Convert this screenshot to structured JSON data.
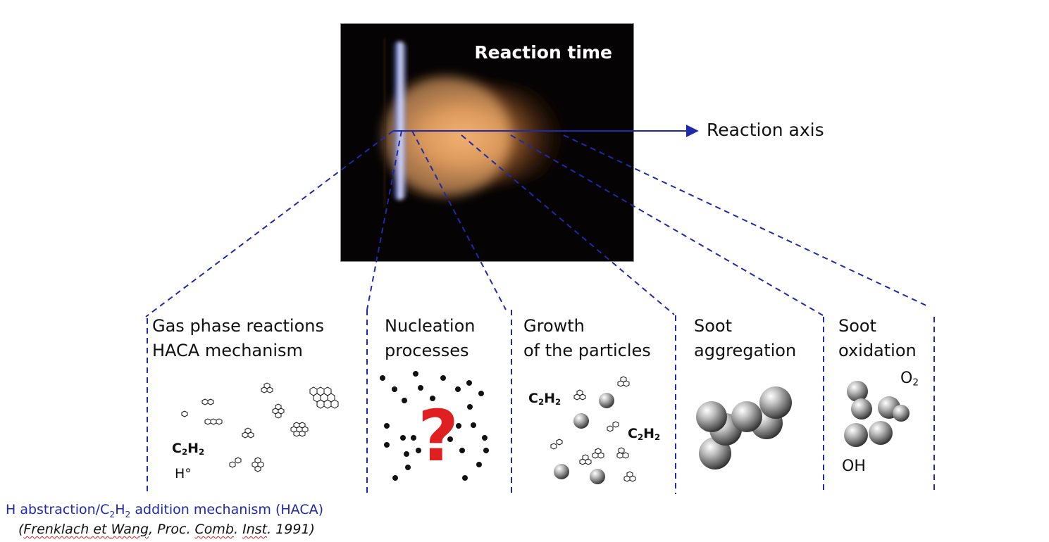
{
  "photo": {
    "title": "Reaction time"
  },
  "axis": {
    "label": "Reaction axis"
  },
  "stages": [
    {
      "line1": "Gas phase reactions",
      "line2": "HACA mechanism"
    },
    {
      "line1": "Nucleation",
      "line2": "processes"
    },
    {
      "line1": "Growth",
      "line2": "of the particles"
    },
    {
      "line1": "Soot",
      "line2": "aggregation"
    },
    {
      "line1": "Soot",
      "line2": "oxidation"
    }
  ],
  "species": {
    "c2h2_base": "C",
    "c2h2_sub1": "2",
    "c2h2_mid": "H",
    "c2h2_sub2": "2",
    "h_radical": "H°",
    "question_mark": "?",
    "o2_base": "O",
    "o2_sub": "2",
    "oh": "OH"
  },
  "reference": {
    "line1_pre": "H abstraction/C",
    "line1_sub1": "2",
    "line1_mid": "H",
    "line1_sub2": "2",
    "line1_post": " addition mechanism (HACA)",
    "line2_open": "(",
    "line2_author1": "Frenklach",
    "line2_et": " et ",
    "line2_author2": "Wang",
    "line2_sep": ", Proc. ",
    "line2_journal1": "Comb",
    "line2_dot": ". ",
    "line2_journal2": "Inst",
    "line2_end": ". 1991)"
  },
  "colors": {
    "guide_line": "#1f2aa8",
    "question": "#e02020",
    "reference_text": "#1f2aa8",
    "sphere": "#7a7a7a"
  }
}
